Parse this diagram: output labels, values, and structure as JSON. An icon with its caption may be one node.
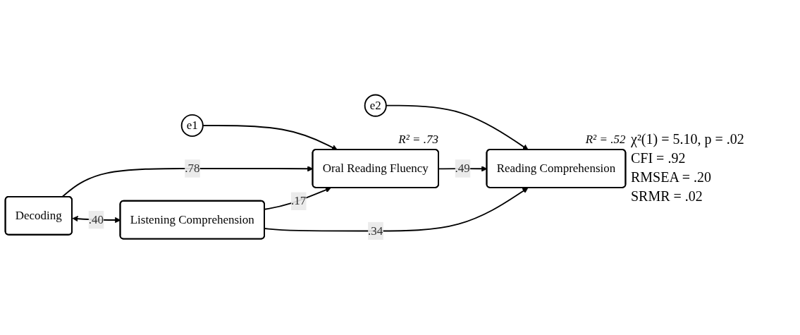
{
  "diagram": {
    "nodes": [
      {
        "text": [
          "e1"
        ]
      },
      {
        "text": [
          "e2"
        ]
      },
      {
        "text": [
          "Decoding"
        ]
      },
      {
        "text": [
          "Oral Reading Fluency"
        ],
        "beside": [
          "R² = .73"
        ]
      },
      {
        "text": [
          "Reading Comprehension"
        ],
        "beside": [
          "R² = .52"
        ]
      },
      {
        "text": [
          "Listening Comprehension"
        ]
      }
    ],
    "edges": [
      {
        "from": 0,
        "to": 3,
        "arrow": "to"
      },
      {
        "from": 1,
        "to": 4,
        "arrow": "to"
      },
      {
        "from": 2,
        "to": 3,
        "arrow": "to",
        "label": ".78"
      },
      {
        "from": 5,
        "to": 3,
        "arrow": "to",
        "label": ".17"
      },
      {
        "from": 3,
        "to": 4,
        "arrow": "to",
        "label": ".49"
      },
      {
        "from": 5,
        "to": 4,
        "arrow": "to",
        "label": ".34"
      },
      {
        "from": 2,
        "to": 5,
        "arrow": "both",
        "label": ".40"
      }
    ],
    "labels": [
      "χ²(1) = 5.10, p = .02",
      "CFI = .92",
      "RMSEA = .20",
      "SRMR = .02"
    ]
  }
}
